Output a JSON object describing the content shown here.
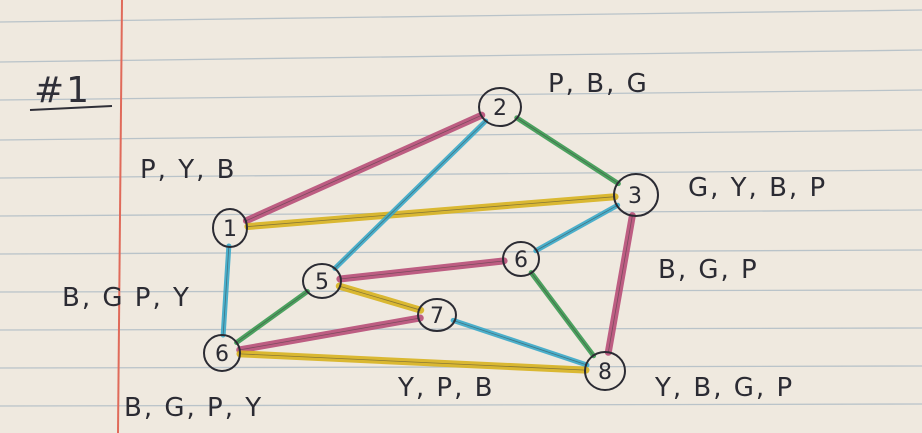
{
  "title": "#1",
  "colors": {
    "paper": "#efe9df",
    "rule_line": "#b9c3c9",
    "margin_line": "#e06a5a",
    "ink": "#2b2b33",
    "pink": "#b84e78",
    "blue": "#3aa9c9",
    "green": "#3b9a52",
    "yellow": "#d8b320"
  },
  "nodes": [
    {
      "id": "n1",
      "label": "1",
      "colors": "P, Y, B"
    },
    {
      "id": "n2",
      "label": "2",
      "colors": "P, B, G"
    },
    {
      "id": "n3",
      "label": "3",
      "colors": "G, Y, B, P"
    },
    {
      "id": "n4",
      "label": "6",
      "colors": "B, G, P, Y"
    },
    {
      "id": "n5",
      "label": "5",
      "colors": "B, G, P, Y"
    },
    {
      "id": "n6",
      "label": "6",
      "colors": "B, G, P"
    },
    {
      "id": "n7",
      "label": "7",
      "colors": "Y, P, B"
    },
    {
      "id": "n8",
      "label": "8",
      "colors": "Y, B, G, P"
    }
  ],
  "edges": [
    {
      "from": "n1",
      "to": "n2",
      "color": "pink"
    },
    {
      "from": "n1",
      "to": "n3",
      "color": "yellow"
    },
    {
      "from": "n1",
      "to": "n4",
      "color": "blue"
    },
    {
      "from": "n2",
      "to": "n3",
      "color": "green"
    },
    {
      "from": "n2",
      "to": "n5",
      "color": "blue"
    },
    {
      "from": "n3",
      "to": "n6",
      "color": "blue"
    },
    {
      "from": "n3",
      "to": "n8",
      "color": "pink"
    },
    {
      "from": "n5",
      "to": "n6",
      "color": "pink"
    },
    {
      "from": "n5",
      "to": "n7",
      "color": "yellow"
    },
    {
      "from": "n5",
      "to": "n4",
      "color": "green"
    },
    {
      "from": "n6",
      "to": "n8",
      "color": "green"
    },
    {
      "from": "n7",
      "to": "n8",
      "color": "blue"
    },
    {
      "from": "n4",
      "to": "n7",
      "color": "pink"
    },
    {
      "from": "n4",
      "to": "n8",
      "color": "yellow"
    }
  ],
  "color_labels": {
    "n1": "P, Y, B",
    "n2": "P, B, G",
    "n3": "G, Y, B, P",
    "n6": "B, G, P",
    "n4_side": "B, G P, Y",
    "n4_below": "B, G, P, Y",
    "n7_below": "Y, P, B",
    "n8": "Y, B, G, P"
  }
}
